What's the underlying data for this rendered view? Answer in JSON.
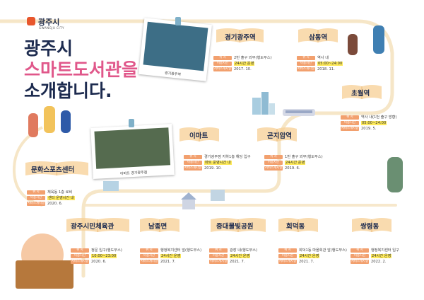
{
  "logo": {
    "name": "광주시",
    "sub": "GWANGJU CITY"
  },
  "title": {
    "line1": "광주시",
    "line2": "스마트도서관을",
    "line3": "소개합니다."
  },
  "photos": [
    {
      "caption": "경기광주역"
    },
    {
      "caption": "이마트 경기광주점"
    }
  ],
  "labels": {
    "location": "위 치",
    "hours": "이용시간",
    "opened": "서비스개시일"
  },
  "libraries": [
    {
      "name": "경기광주역",
      "location": "2번 출구 외부(행도부스)",
      "hours": "24시간 운영",
      "opened": "2017. 10."
    },
    {
      "name": "삼동역",
      "location": "역사 내",
      "hours": "05:00~24:00",
      "opened": "2018. 11."
    },
    {
      "name": "초월역",
      "location": "역사 내(1번 출구 방향)",
      "hours": "05:00~24:00",
      "opened": "2019. 5."
    },
    {
      "name": "이마트",
      "location": "경기광주점 지하1층 해당 입구",
      "hours": "마트 운영시간 내",
      "opened": "2019. 10."
    },
    {
      "name": "곤지암역",
      "location": "1번 출구 외부(행도부스)",
      "hours": "24시간 운영",
      "opened": "2019. 6."
    },
    {
      "name": "문화스포츠센터",
      "location": "체육동 1층 로비",
      "hours": "센터 운영시간 내",
      "opened": "2020. 6."
    },
    {
      "name": "광주시민체육관",
      "location": "정문 입구(행도부스)",
      "hours": "10:00~23:00",
      "opened": "2020. 6."
    },
    {
      "name": "남종면",
      "location": "행정복지센터 앞(행도부스)",
      "hours": "24시간 운영",
      "opened": "2021. 7."
    },
    {
      "name": "중대물빛공원",
      "location": "광장 내(행도부스)",
      "hours": "24시간 운영",
      "opened": "2021. 7."
    },
    {
      "name": "회덕동",
      "location": "회덕1동 마을회관 앞(행도부스)",
      "hours": "24시간 운영",
      "opened": "2021. 7."
    },
    {
      "name": "쌍령동",
      "location": "행정복지센터 입구",
      "hours": "24시간 운영",
      "opened": "2022. 2."
    }
  ],
  "colors": {
    "title": "#1d2b4f",
    "accent": "#e0578a",
    "road": "#f6e6c7",
    "tag": "#f2a06e",
    "highlight": "#fde95a",
    "book": "#f7cf94"
  }
}
